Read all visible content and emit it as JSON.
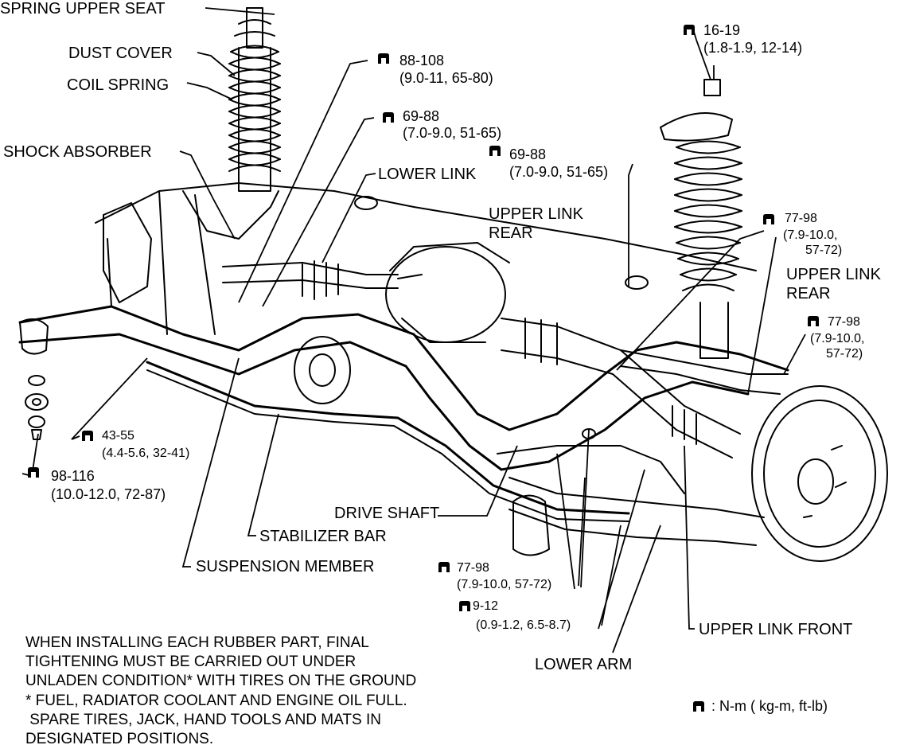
{
  "labels": {
    "spring_upper_seat": "SPRING UPPER SEAT",
    "dust_cover": "DUST COVER",
    "coil_spring": "COIL SPRING",
    "shock_absorber": "SHOCK ABSORBER",
    "lower_link": "LOWER LINK",
    "upper_link_rear_1_l1": "UPPER LINK",
    "upper_link_rear_1_l2": "REAR",
    "upper_link_rear_2_l1": "UPPER LINK",
    "upper_link_rear_2_l2": "REAR",
    "drive_shaft": "DRIVE SHAFT",
    "stabilizer_bar": "STABILIZER BAR",
    "suspension_member": "SUSPENSION MEMBER",
    "upper_link_front": "UPPER LINK FRONT",
    "lower_arm": "LOWER ARM"
  },
  "torques": {
    "t16_19": {
      "value": "16-19",
      "detail": "(1.8-1.9, 12-14)"
    },
    "t88_108": {
      "value": "88-108",
      "detail": "(9.0-11, 65-80)"
    },
    "t69_88_a": {
      "value": "69-88",
      "detail": "(7.0-9.0, 51-65)"
    },
    "t69_88_b": {
      "value": "69-88",
      "detail": "(7.0-9.0, 51-65)"
    },
    "t77_98_a": {
      "value": "77-98",
      "detail_l1": "(7.9-10.0,",
      "detail_l2": "57-72)"
    },
    "t77_98_b": {
      "value": "77-98",
      "detail_l1": "(7.9-10.0,",
      "detail_l2": "57-72)"
    },
    "t43_55": {
      "value": "43-55",
      "detail": "(4.4-5.6, 32-41)"
    },
    "t98_116": {
      "value": "98-116",
      "detail": "(10.0-12.0, 72-87)"
    },
    "t77_98_c": {
      "value": "77-98",
      "detail": "(7.9-10.0, 57-72)"
    },
    "t9_12": {
      "value": "9-12",
      "detail": "(0.9-1.2, 6.5-8.7)"
    }
  },
  "note": {
    "line1": "WHEN INSTALLING EACH RUBBER PART, FINAL",
    "line2": "TIGHTENING MUST BE CARRIED OUT UNDER",
    "line3": "UNLADEN CONDITION* WITH TIRES ON THE GROUND",
    "line4": "* FUEL, RADIATOR COOLANT AND ENGINE OIL FULL.",
    "line5": " SPARE TIRES, JACK, HAND TOOLS AND MATS IN",
    "line6": "DESIGNATED POSITIONS."
  },
  "legend": {
    "units": ": N-m ( kg-m, ft-lb)"
  },
  "icons": {
    "torque_symbol": "wrench-icon"
  }
}
